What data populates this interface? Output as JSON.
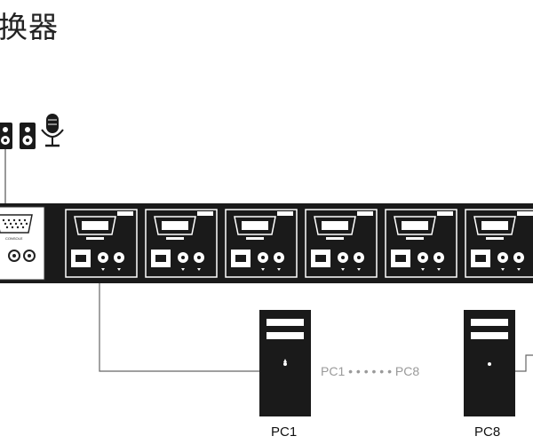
{
  "title": "换器",
  "pcs": [
    {
      "label": "PC1"
    },
    {
      "label": "PC8"
    }
  ],
  "pc_range_label": "PC1 • • • • • • PC8",
  "peripherals": [
    "speaker-icon",
    "speaker-icon",
    "microphone-icon"
  ],
  "switch": {
    "visible_port_modules": 6
  }
}
